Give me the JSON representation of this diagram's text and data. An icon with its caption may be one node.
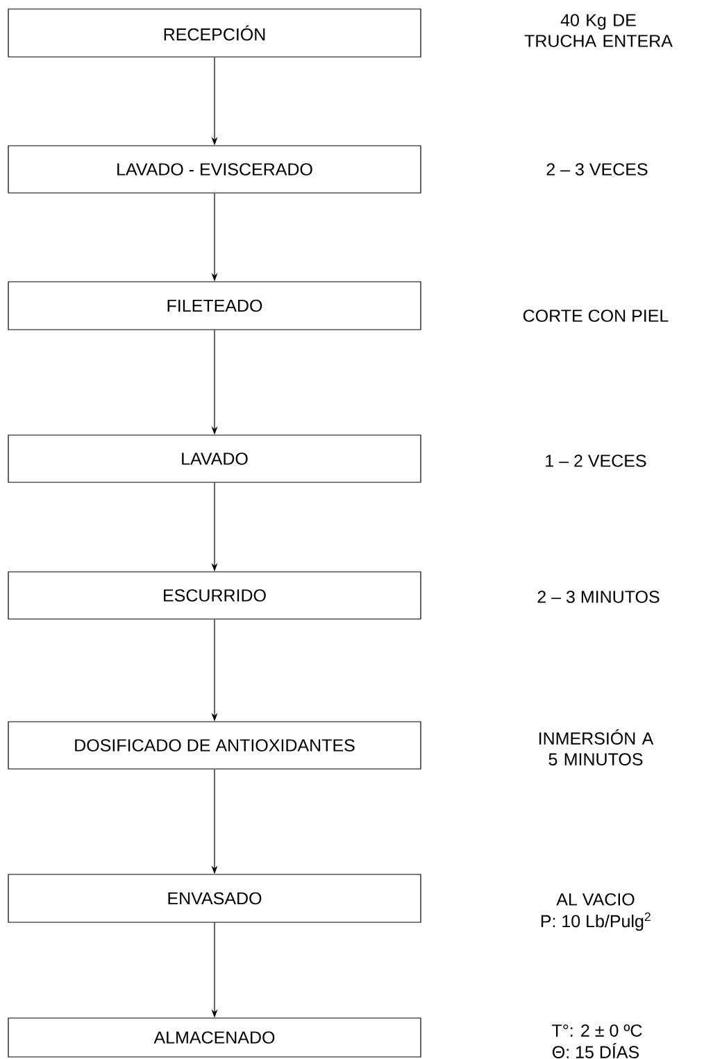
{
  "diagram": {
    "nodes": [
      {
        "text": [
          "RECEPCIÓN"
        ]
      },
      {
        "text": [
          "LAVADO - EVISCERADO"
        ]
      },
      {
        "text": [
          "FILETEADO"
        ]
      },
      {
        "text": [
          "LAVADO"
        ]
      },
      {
        "text": [
          "ESCURRIDO"
        ]
      },
      {
        "text": [
          "DOSIFICADO DE ANTIOXIDANTES"
        ]
      },
      {
        "text": [
          "ENVASADO"
        ]
      },
      {
        "text": [
          "ALMACENADO"
        ]
      }
    ],
    "edges": [
      {
        "from": 0,
        "to": 1,
        "arrow": "to"
      },
      {
        "from": 1,
        "to": 2,
        "arrow": "to"
      },
      {
        "from": 2,
        "to": 3,
        "arrow": "to"
      },
      {
        "from": 3,
        "to": 4,
        "arrow": "to"
      },
      {
        "from": 4,
        "to": 5,
        "arrow": "to"
      },
      {
        "from": 5,
        "to": 6,
        "arrow": "to"
      },
      {
        "from": 6,
        "to": 7,
        "arrow": "to"
      }
    ],
    "labels": [
      "40 Kg DE TRUCHA ENTERA",
      "2 – 3 VECES",
      "CORTE CON PIEL",
      "1 – 2 VECES",
      "2 – 3  MINUTOS",
      "INMERSIÓN A 5 MINUTOS",
      "AL VACIO",
      "P: 10 Lb/Pulg$^{2}$",
      "T°: 2 ± 0 ºC",
      "Θ: 15 DÍAS"
    ]
  }
}
